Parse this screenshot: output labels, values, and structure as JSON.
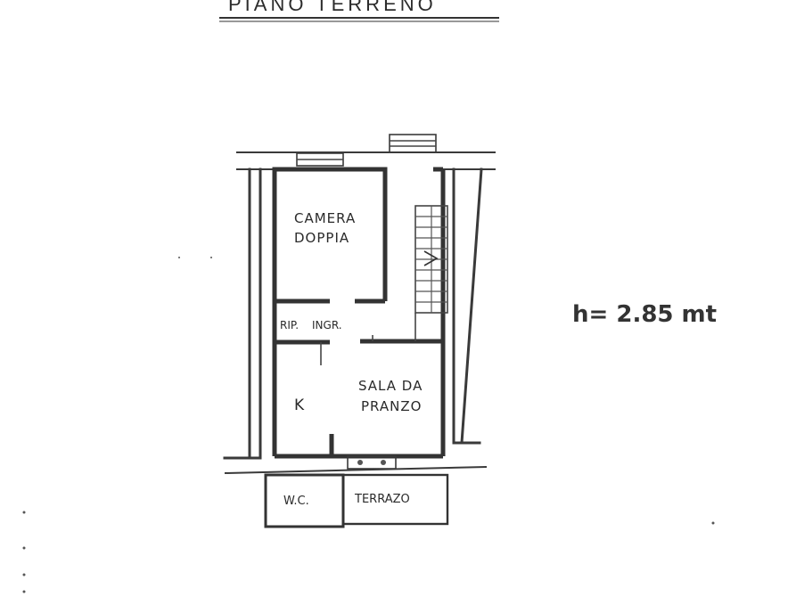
{
  "title": "PIANO TERRENO",
  "height_note": "h= 2.85 mt",
  "rooms": {
    "camera_doppia_line1": "CAMERA",
    "camera_doppia_line2": "DOPPIA",
    "rip": "RIP.",
    "ingr": "INGR.",
    "kitchen": "K",
    "sala_line1": "SALA DA",
    "sala_line2": "PRANZO",
    "wc": "W.C.",
    "terrazzo": "TERRAZO"
  },
  "colors": {
    "ink": "#333333",
    "paper": "#ffffff"
  }
}
